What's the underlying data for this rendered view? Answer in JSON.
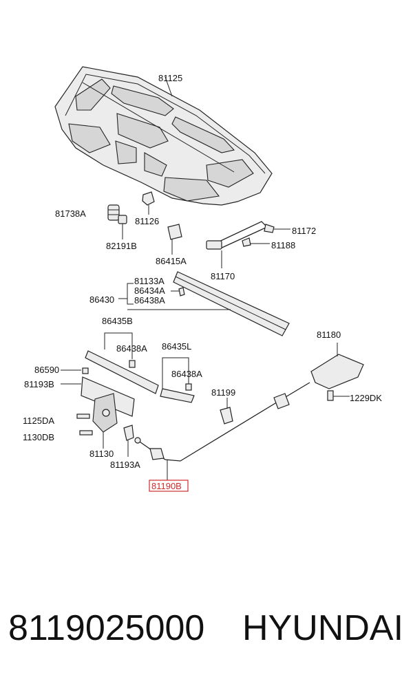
{
  "diagram": {
    "labels": {
      "p81125": "81125",
      "p81738a": "81738A",
      "p81126": "81126",
      "p82191b": "82191B",
      "p86415a": "86415A",
      "p81172": "81172",
      "p81188": "81188",
      "p81170": "81170",
      "p81133a": "81133A",
      "p86434a": "86434A",
      "p86430": "86430",
      "p86438a_top": "86438A",
      "p86435b": "86435B",
      "p86438a_left": "86438A",
      "p86435l": "86435L",
      "p86438a_right": "86438A",
      "p86590": "86590",
      "p81193b": "81193B",
      "p81199": "81199",
      "p81180": "81180",
      "p1229dk": "1229DK",
      "p1125da": "1125DA",
      "p1130db": "1130DB",
      "p81130": "81130",
      "p81193a": "81193A",
      "p81190b": "81190B"
    },
    "highlight_color": "#d12a2a"
  },
  "footer": {
    "part_number": "8119025000",
    "brand": "HYUNDAI"
  }
}
